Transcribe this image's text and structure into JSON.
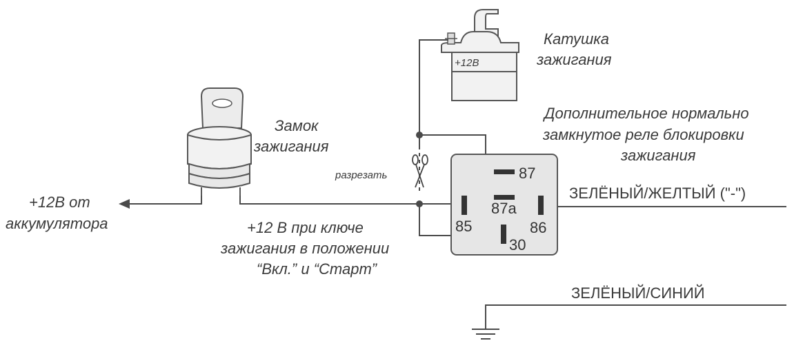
{
  "labels": {
    "coil_line1": "Катушка",
    "coil_line2": "зажигания",
    "coil_terminal": "+12В",
    "relay_line1": "Дополнительное нормально",
    "relay_line2": "замкнутое реле блокировки",
    "relay_line3": "зажигания",
    "lock_line1": "Замок",
    "lock_line2": "зажигания",
    "cut": "разрезать",
    "battery_line1": "+12В от",
    "battery_line2": "аккумулятора",
    "ignition_line1": "+12 В при ключе",
    "ignition_line2": "зажигания в положении",
    "ignition_line3": "“Вкл.” и “Старт”",
    "green_yellow": "ЗЕЛЁНЫЙ/ЖЕЛТЫЙ (\"-\")",
    "green_blue": "ЗЕЛЁНЫЙ/СИНИЙ"
  },
  "relay_pins": {
    "p87": "87",
    "p87a": "87a",
    "p85": "85",
    "p86": "86",
    "p30": "30"
  },
  "colors": {
    "wire": "#4a4a4a",
    "relay_fill": "#e6e6e6",
    "component_fill": "#f2f2f2",
    "text": "#3a3a3a"
  }
}
